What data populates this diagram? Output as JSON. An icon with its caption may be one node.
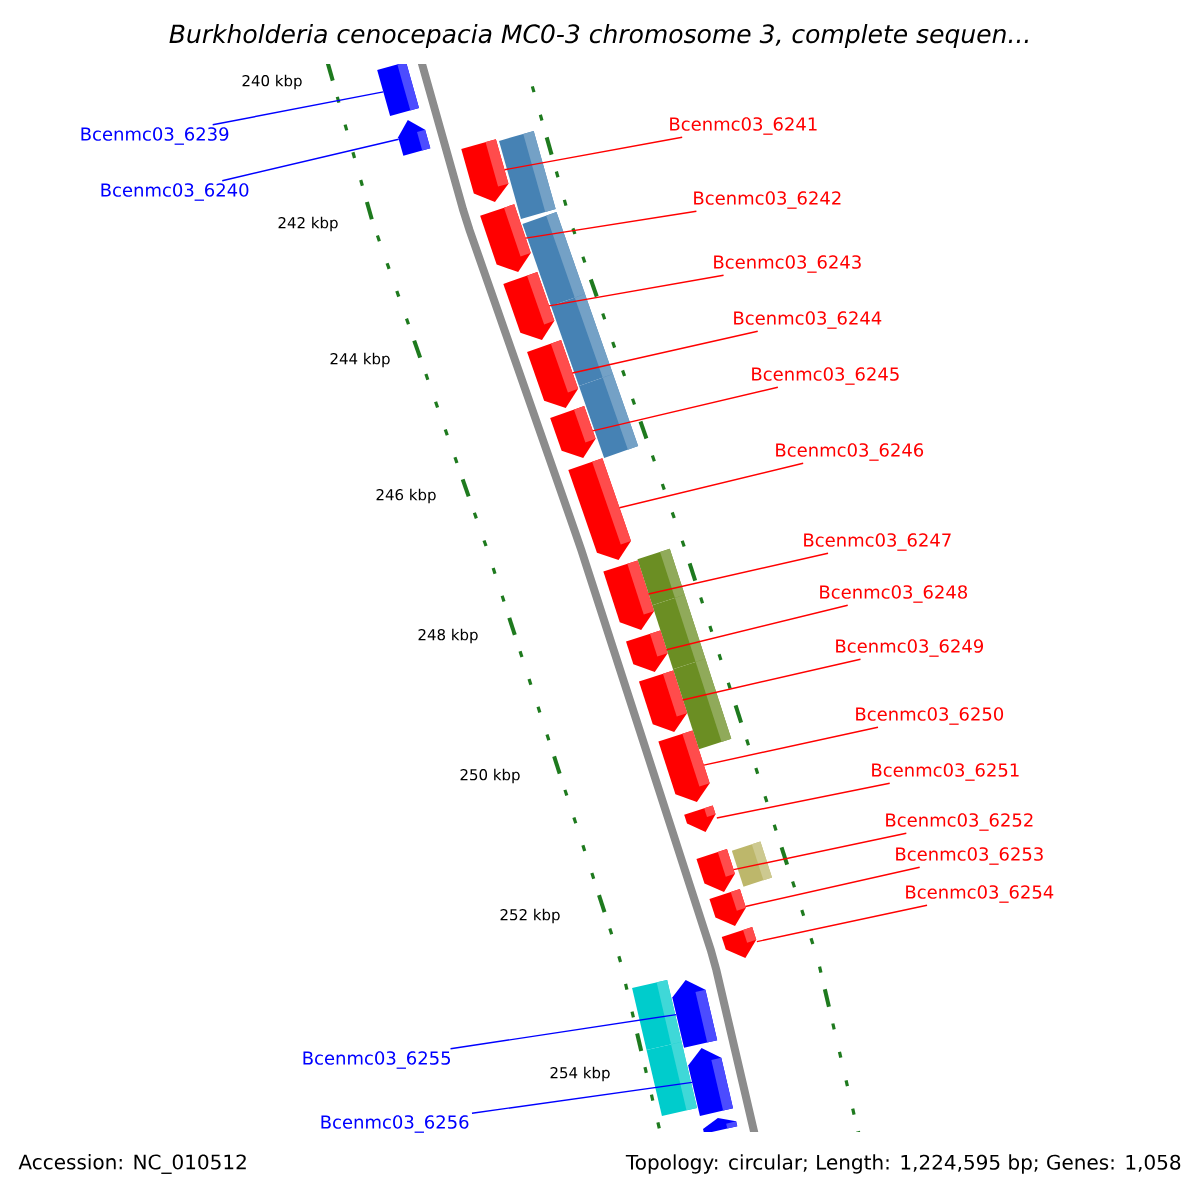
{
  "diagram": {
    "title": "Burkholderia cenocepacia MC0-3 chromosome 3, complete sequen...",
    "nodes": [
      {
        "text": [
          "Bcenmc03_6239"
        ]
      },
      {
        "text": [
          "Bcenmc03_6240"
        ]
      },
      {
        "text": [
          "Bcenmc03_6241"
        ]
      },
      {
        "text": [
          "Bcenmc03_6242"
        ]
      },
      {
        "text": [
          "Bcenmc03_6243"
        ]
      },
      {
        "text": [
          "Bcenmc03_6244"
        ]
      },
      {
        "text": [
          "Bcenmc03_6245"
        ]
      },
      {
        "text": [
          "Bcenmc03_6246"
        ]
      },
      {
        "text": [
          "Bcenmc03_6247"
        ]
      },
      {
        "text": [
          "Bcenmc03_6248"
        ]
      },
      {
        "text": [
          "Bcenmc03_6249"
        ]
      },
      {
        "text": [
          "Bcenmc03_6250"
        ]
      },
      {
        "text": [
          "Bcenmc03_6251"
        ]
      },
      {
        "text": [
          "Bcenmc03_6252"
        ]
      },
      {
        "text": [
          "Bcenmc03_6253"
        ]
      },
      {
        "text": [
          "Bcenmc03_6254"
        ]
      },
      {
        "text": [
          "Bcenmc03_6255"
        ]
      },
      {
        "text": [
          "Bcenmc03_6256"
        ]
      },
      {
        "text": [],
        "shape": "arrow"
      },
      {
        "text": [],
        "shape": "arrow"
      },
      {
        "text": [],
        "shape": "arrow"
      },
      {
        "text": [],
        "shape": "arrow"
      },
      {
        "text": [],
        "shape": "arrow"
      },
      {
        "text": [],
        "shape": "arrow"
      },
      {
        "text": [],
        "shape": "arrow"
      },
      {
        "text": [],
        "shape": "arrow"
      },
      {
        "text": [],
        "shape": "arrow"
      },
      {
        "text": [],
        "shape": "arrow"
      },
      {
        "text": [],
        "shape": "arrow"
      },
      {
        "text": [],
        "shape": "arrow"
      },
      {
        "text": [],
        "shape": "arrow"
      },
      {
        "text": [],
        "shape": "arrow"
      },
      {
        "text": [],
        "shape": "arrow"
      },
      {
        "text": [],
        "shape": "arrow"
      },
      {
        "text": [],
        "shape": "arrow"
      },
      {
        "text": [],
        "shape": "arrow"
      },
      {
        "text": [],
        "shape": "arrow"
      }
    ],
    "edges": [
      {
        "from": 0,
        "to": 18,
        "arrow": "none",
        "color": "#0000ff"
      },
      {
        "from": 1,
        "to": 19,
        "arrow": "none",
        "color": "#0000ff"
      },
      {
        "from": 2,
        "to": 20,
        "arrow": "none"
      },
      {
        "from": 3,
        "to": 21,
        "arrow": "none"
      },
      {
        "from": 4,
        "to": 22,
        "arrow": "none"
      },
      {
        "from": 5,
        "to": 23,
        "arrow": "none"
      },
      {
        "from": 6,
        "to": 24,
        "arrow": "none"
      },
      {
        "from": 7,
        "to": 25,
        "arrow": "none"
      },
      {
        "from": 8,
        "to": 26,
        "arrow": "none"
      },
      {
        "from": 9,
        "to": 27,
        "arrow": "none"
      },
      {
        "from": 10,
        "to": 28,
        "arrow": "none"
      },
      {
        "from": 11,
        "to": 29,
        "arrow": "none"
      },
      {
        "from": 12,
        "to": 30,
        "arrow": "none"
      },
      {
        "from": 13,
        "to": 31,
        "arrow": "none"
      },
      {
        "from": 14,
        "to": 32,
        "arrow": "none"
      },
      {
        "from": 15,
        "to": 33,
        "arrow": "none"
      },
      {
        "from": 16,
        "to": 34,
        "arrow": "none",
        "color": "#0000ff"
      },
      {
        "from": 17,
        "to": 35,
        "arrow": "none",
        "color": "#0000ff"
      }
    ],
    "labels": [
      "240 kbp",
      "242 kbp",
      "244 kbp",
      "246 kbp",
      "248 kbp",
      "250 kbp",
      "252 kbp",
      "254 kbp",
      "Accession: NC_010512",
      "Topology: circular; Length: 1,224,595 bp; Genes: 1,058"
    ]
  }
}
